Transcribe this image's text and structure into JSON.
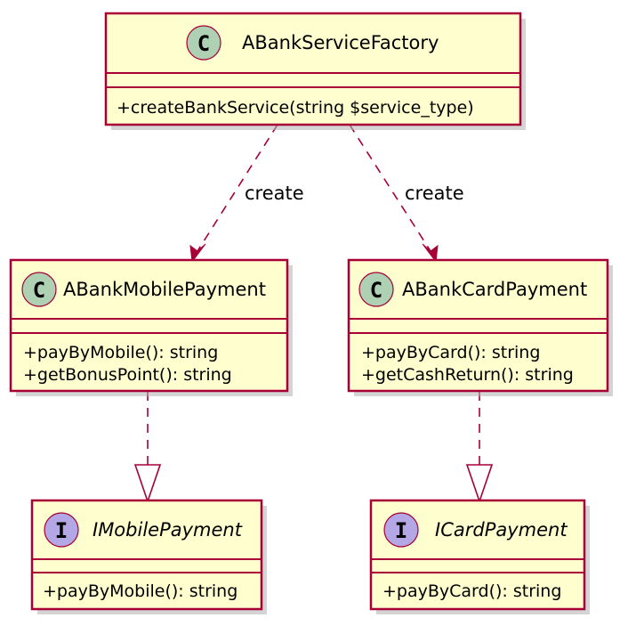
{
  "colors": {
    "border": "#a80036",
    "box_fill": "#fefece",
    "class_spot": "#add1b2",
    "interface_spot": "#b4a7e5"
  },
  "factory": {
    "stereotype_letter": "C",
    "name": "ABankServiceFactory",
    "methods": [
      "+createBankService(string $service_type)"
    ]
  },
  "mobile_payment": {
    "stereotype_letter": "C",
    "name": "ABankMobilePayment",
    "methods": [
      "+payByMobile(): string",
      "+getBonusPoint(): string"
    ]
  },
  "card_payment": {
    "stereotype_letter": "C",
    "name": "ABankCardPayment",
    "methods": [
      "+payByCard(): string",
      "+getCashReturn(): string"
    ]
  },
  "i_mobile_payment": {
    "stereotype_letter": "I",
    "name": "IMobilePayment",
    "methods": [
      "+payByMobile(): string"
    ]
  },
  "i_card_payment": {
    "stereotype_letter": "I",
    "name": "ICardPayment",
    "methods": [
      "+payByCard(): string"
    ]
  },
  "edges": {
    "create_mobile_label": "create",
    "create_card_label": "create"
  }
}
